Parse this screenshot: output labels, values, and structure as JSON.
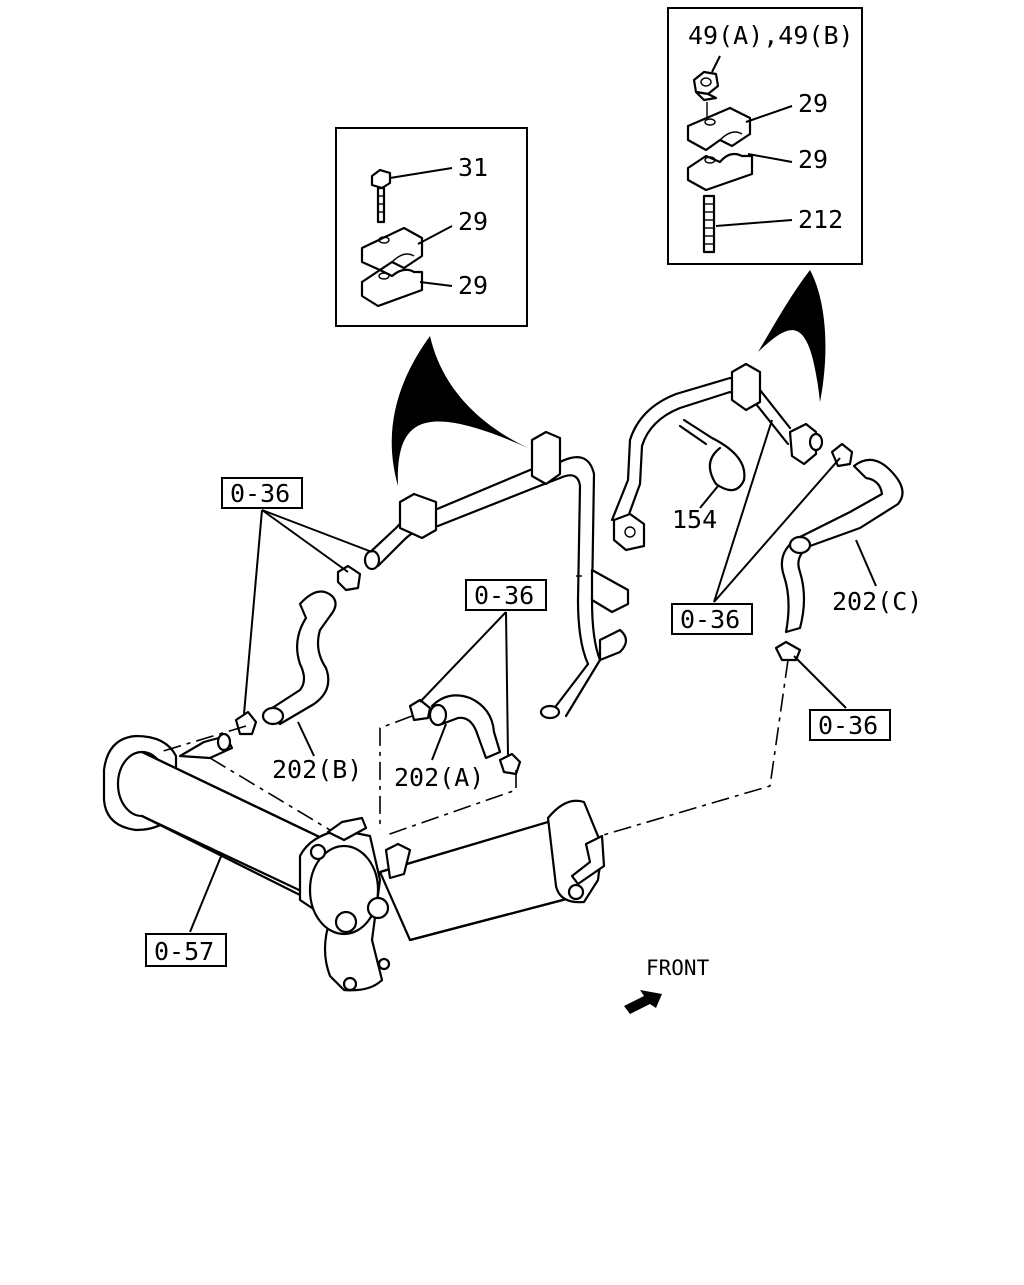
{
  "diagram": {
    "callouts": {
      "bolt_31": "31",
      "clamp_29_top_left": "29",
      "clamp_29_bottom_left": "29",
      "nut_49": "49(A),49(B)",
      "clamp_29_top_right": "29",
      "clamp_29_bottom_right": "29",
      "stud_212": "212",
      "tie_154": "154",
      "hose_202b": "202(B)",
      "hose_202a": "202(A)",
      "hose_202c": "202(C)"
    },
    "ref_boxes": {
      "clip_ref_left": "0-36",
      "clip_ref_center": "0-36",
      "clip_ref_right": "0-36",
      "clip_ref_lower_right": "0-36",
      "cooler_ref": "0-57"
    },
    "direction_label": "FRONT"
  }
}
